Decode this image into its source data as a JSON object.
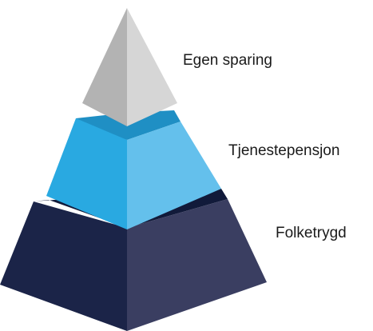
{
  "tiers": [
    {
      "label": "Egen sparing",
      "colors": {
        "left": "#b3b3b3",
        "right": "#d6d6d6",
        "top": "#e2e2e2"
      }
    },
    {
      "label": "Tjenestepensjon",
      "colors": {
        "left": "#29a9e1",
        "right": "#64c0ec",
        "top": "#1f8fc4"
      }
    },
    {
      "label": "Folketrygd",
      "colors": {
        "left": "#1b2448",
        "right": "#3a3e61",
        "top": "#111a3a"
      }
    }
  ]
}
